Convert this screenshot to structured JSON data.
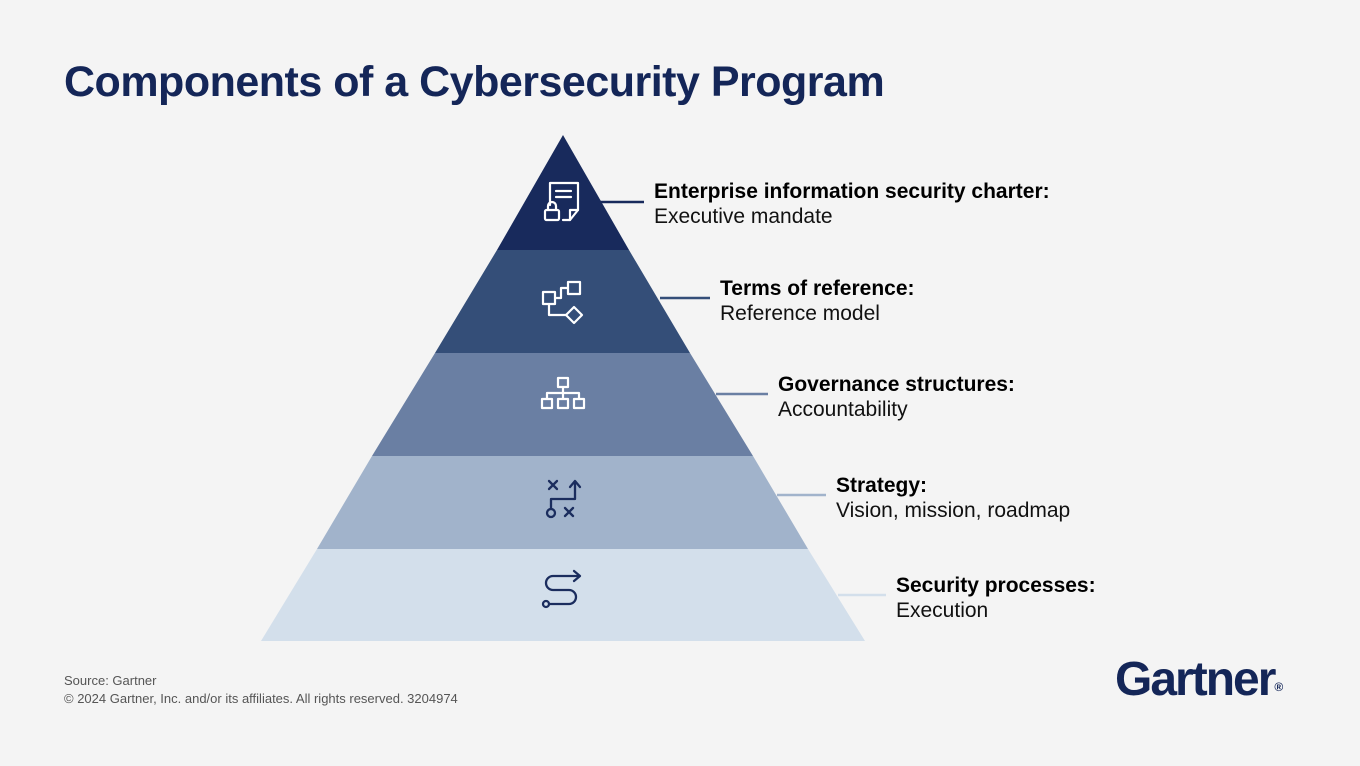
{
  "title": "Components of a Cybersecurity Program",
  "layers": [
    {
      "heading": "Enterprise information security charter:",
      "detail": "Executive mandate",
      "icon": "secure-document-icon",
      "color": "#182a5c"
    },
    {
      "heading": "Terms of reference:",
      "detail": "Reference model",
      "icon": "flowchart-icon",
      "color": "#344e78"
    },
    {
      "heading": "Governance structures:",
      "detail": "Accountability",
      "icon": "org-chart-icon",
      "color": "#6a7fa3"
    },
    {
      "heading": "Strategy:",
      "detail": "Vision, mission, roadmap",
      "icon": "strategy-path-icon",
      "color": "#a1b3cb"
    },
    {
      "heading": "Security processes:",
      "detail": "Execution",
      "icon": "process-flow-icon",
      "color": "#d3dfeb"
    }
  ],
  "footer": {
    "source": "Source: Gartner",
    "copyright": "© 2024 Gartner, Inc. and/or its affiliates. All rights reserved. 3204974"
  },
  "logo": {
    "text": "Gartner",
    "mark": "®"
  }
}
